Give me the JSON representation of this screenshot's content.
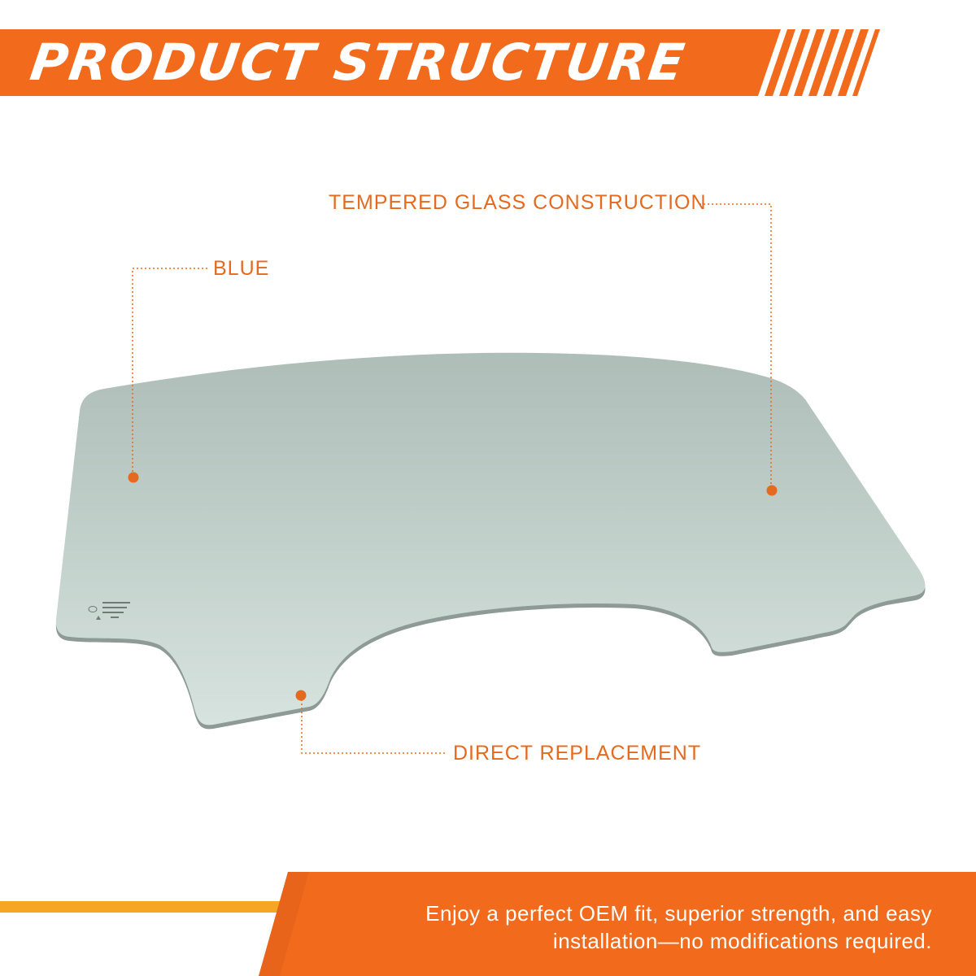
{
  "header": {
    "title": "PRODUCT STRUCTURE",
    "accent_color": "#f26a1b"
  },
  "callouts": {
    "tempered": "TEMPERED GLASS CONSTRUCTION",
    "blue": "BLUE",
    "direct": "DIRECT REPLACEMENT",
    "color": "#e56a1f"
  },
  "footer": {
    "line1": "Enjoy a perfect OEM fit, superior strength, and easy",
    "line2": "installation—no modifications required.",
    "background_color": "#f26a1b",
    "stripe_color": "#f5a623"
  },
  "product": {
    "image": "door-window-glass"
  }
}
